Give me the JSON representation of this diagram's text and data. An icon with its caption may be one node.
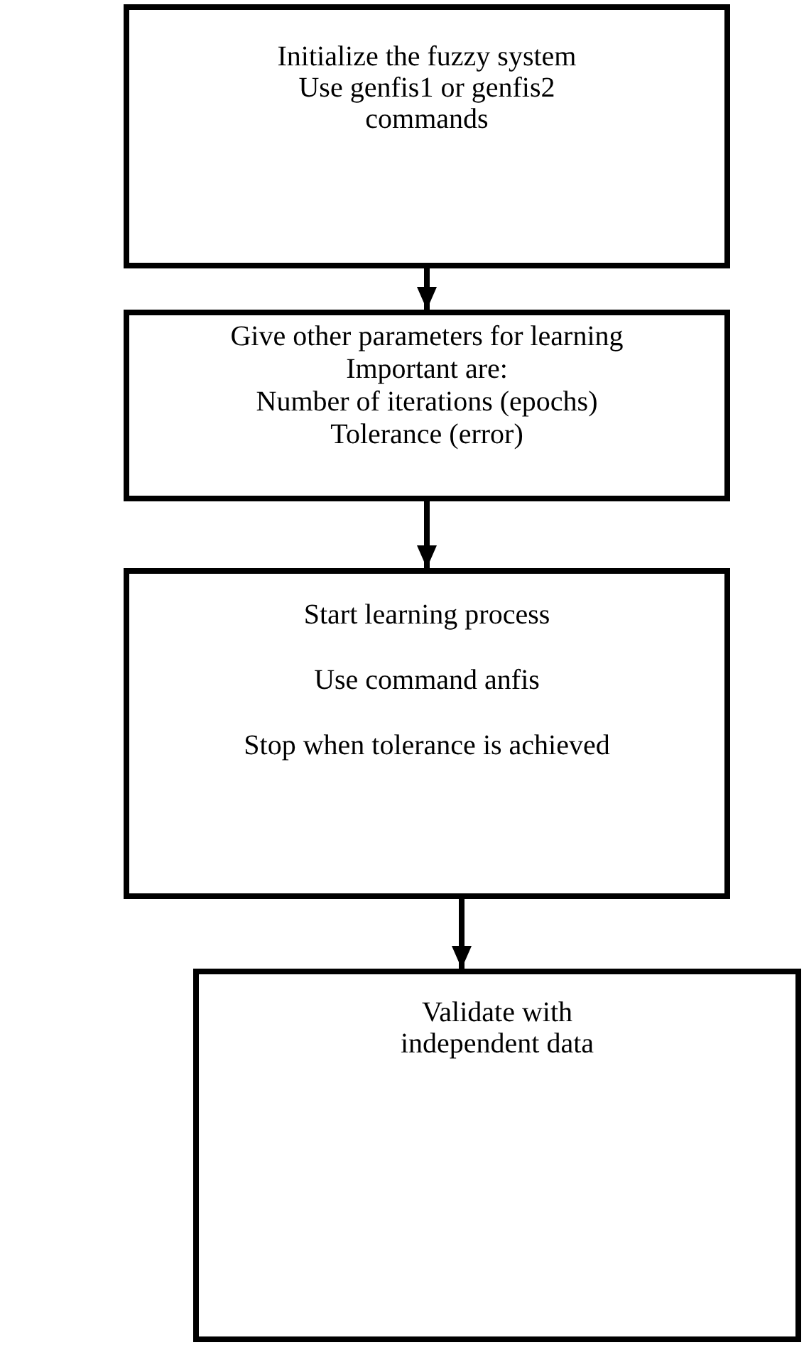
{
  "diagram": {
    "nodes": [
      {
        "text": [
          "Initialize the fuzzy system",
          "Use genfis1 or genfis2 commands"
        ]
      },
      {
        "text": [
          "Give other parameters for learning",
          "Important are:",
          "Number of iterations (epochs)",
          "Tolerance (error)"
        ]
      },
      {
        "text": [
          "Start learning process",
          "Use command anfis",
          "Stop when tolerance is achieved"
        ]
      },
      {
        "text": [
          "Validate with independent data"
        ]
      }
    ],
    "edges": [
      {
        "from": 0,
        "to": 1,
        "arrow": "to"
      },
      {
        "from": 1,
        "to": 2,
        "arrow": "to"
      },
      {
        "from": 2,
        "to": 3,
        "arrow": "to"
      }
    ]
  }
}
